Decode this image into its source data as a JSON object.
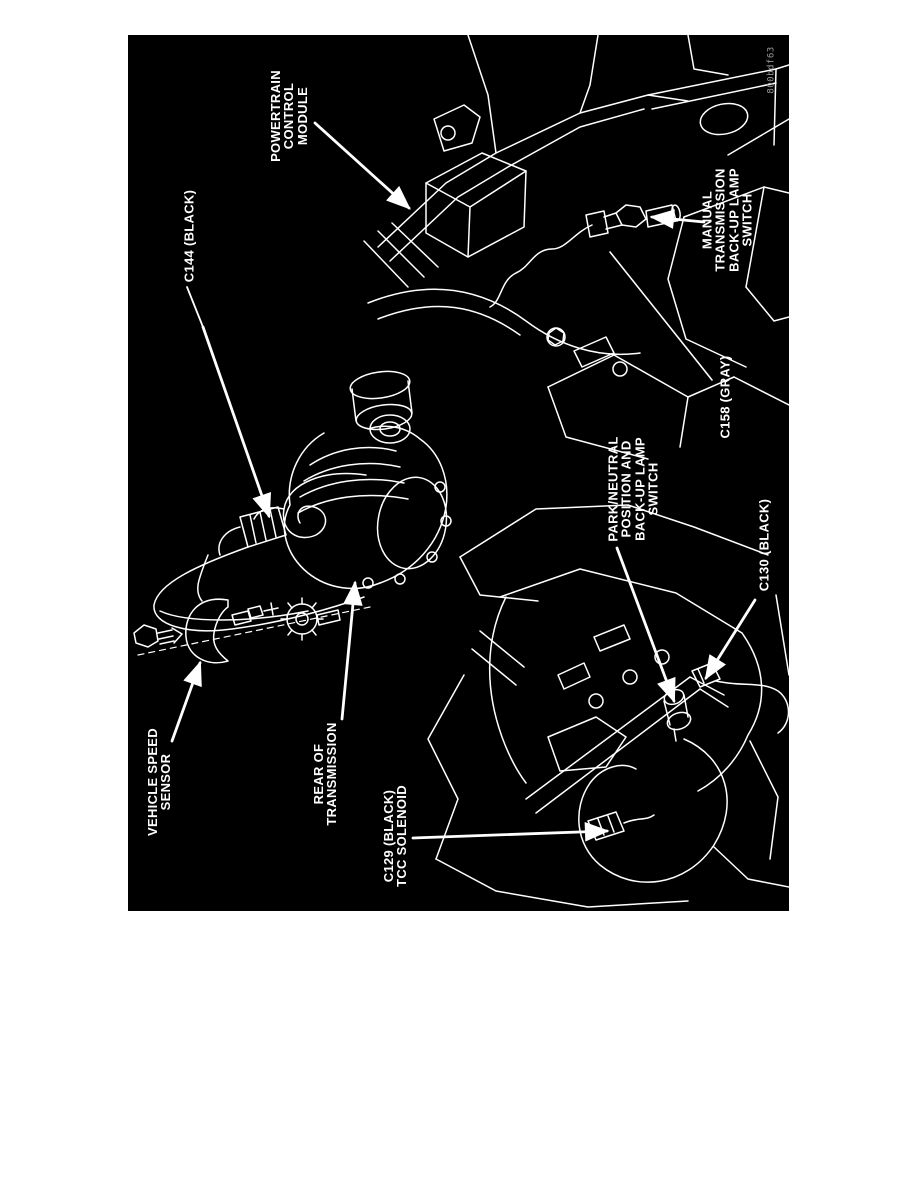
{
  "figure": {
    "colors": {
      "page_background": "#ffffff",
      "figure_background": "#000000",
      "line_ink": "#ffffff",
      "code_ink": "#9a9a9a"
    },
    "code": "800bdf63",
    "labels": {
      "powertrain_control_module": "POWERTRAIN\nCONTROL\nMODULE",
      "c144": "C144 (BLACK)",
      "manual_transmission_backup_lamp_switch": "MANUAL\nTRANSMISSION\nBACK-UP LAMP\nSWITCH",
      "c158": "C158 (GRAY)",
      "vehicle_speed_sensor": "VEHICLE SPEED\nSENSOR",
      "rear_of_transmission": "REAR OF\nTRANSMISSION",
      "park_neutral_position_switch": "PARK/NEUTRAL\nPOSITION AND\nBACK-UP LAMP\nSWITCH",
      "c130": "C130 (BLACK)",
      "c129_tcc_solenoid": "C129 (BLACK)\nTCC SOLENOID"
    }
  }
}
